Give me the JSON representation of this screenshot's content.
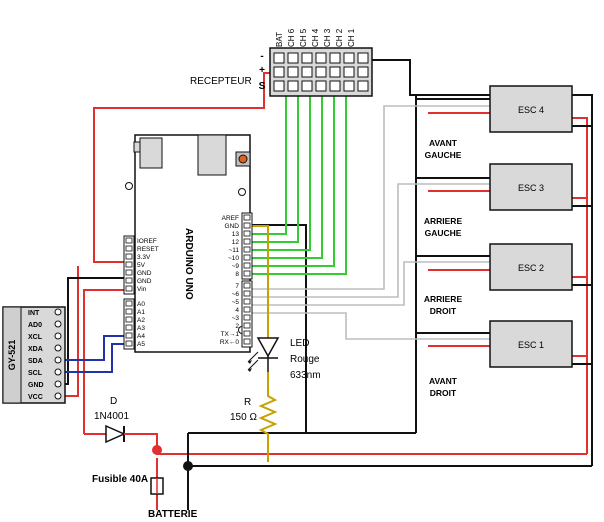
{
  "receiver": {
    "label": "RECEPTEUR",
    "row_signs": [
      "-",
      "+",
      "S"
    ],
    "channels": [
      "BAT",
      "CH 6",
      "CH 5",
      "CH 4",
      "CH 3",
      "CH 2",
      "CH 1"
    ]
  },
  "arduino": {
    "title": "ARDUINO UNO",
    "power_pins": [
      "IOREF",
      "RESET",
      "3.3V",
      "5V",
      "GND",
      "GND",
      "Vin"
    ],
    "analog_pins": [
      "A0",
      "A1",
      "A2",
      "A3",
      "A4",
      "A5"
    ],
    "digital_top": [
      "AREF",
      "GND",
      "13",
      "12",
      "~11",
      "~10",
      "~9",
      "8"
    ],
    "digital_bottom": [
      "7",
      "~6",
      "~5",
      "4",
      "~3",
      "2",
      "TX→1",
      "RX←0"
    ]
  },
  "gy521": {
    "name": "GY-521",
    "pins": [
      "INT",
      "AD0",
      "XCL",
      "XDA",
      "SDA",
      "SCL",
      "GND",
      "VCC"
    ]
  },
  "escs": [
    {
      "label": "ESC 4",
      "position": "AVANT GAUCHE",
      "pos_line1": "AVANT",
      "pos_line2": "GAUCHE"
    },
    {
      "label": "ESC 3",
      "position": "ARRIERE GAUCHE",
      "pos_line1": "ARRIERE",
      "pos_line2": "GAUCHE"
    },
    {
      "label": "ESC 2",
      "position": "ARRIERE DROIT",
      "pos_line1": "ARRIERE",
      "pos_line2": "DROIT"
    },
    {
      "label": "ESC 1",
      "position": "AVANT DROIT",
      "pos_line1": "AVANT",
      "pos_line2": "DROIT"
    }
  ],
  "led": {
    "line1": "LED",
    "line2": "Rouge",
    "line3": "633nm"
  },
  "resistor": {
    "name": "R",
    "value": "150 Ω"
  },
  "diode": {
    "name": "D",
    "part": "1N4001"
  },
  "fuse": {
    "label": "Fusible 40A"
  },
  "battery": {
    "label": "BATTERIE"
  },
  "colors": {
    "power": "#e03030",
    "ground": "#111111",
    "signal_green": "#33cc33",
    "signal_grey": "#bdbdbd",
    "i2c_blue": "#2233aa",
    "led_wire": "#c8a000",
    "component_fill": "#d9d9d9"
  }
}
